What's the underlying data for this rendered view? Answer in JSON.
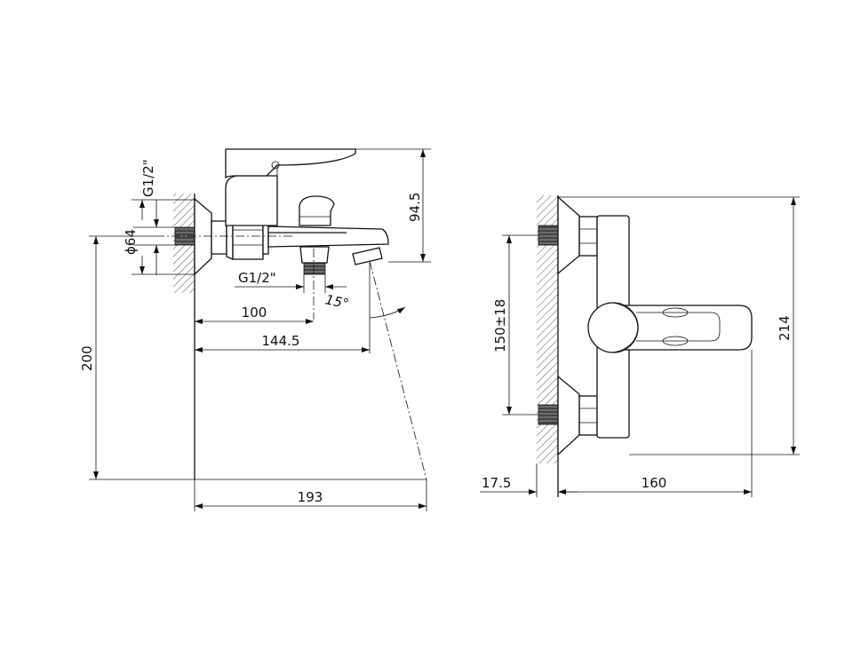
{
  "dimensions": {
    "inlet_thread_side": "G1/2\"",
    "flange_diameter": "ϕ64",
    "height_side": "94.5",
    "outlet_thread": "G1/2\"",
    "spout_angle": "15°",
    "dist_outlet": "100",
    "dist_spout": "144.5",
    "total_depth": "193",
    "mount_height": "200",
    "centers": "150±18",
    "total_height": "214",
    "wall_offset": "17.5",
    "front_width": "160"
  },
  "colors": {
    "line": "#111111",
    "background": "#ffffff"
  }
}
